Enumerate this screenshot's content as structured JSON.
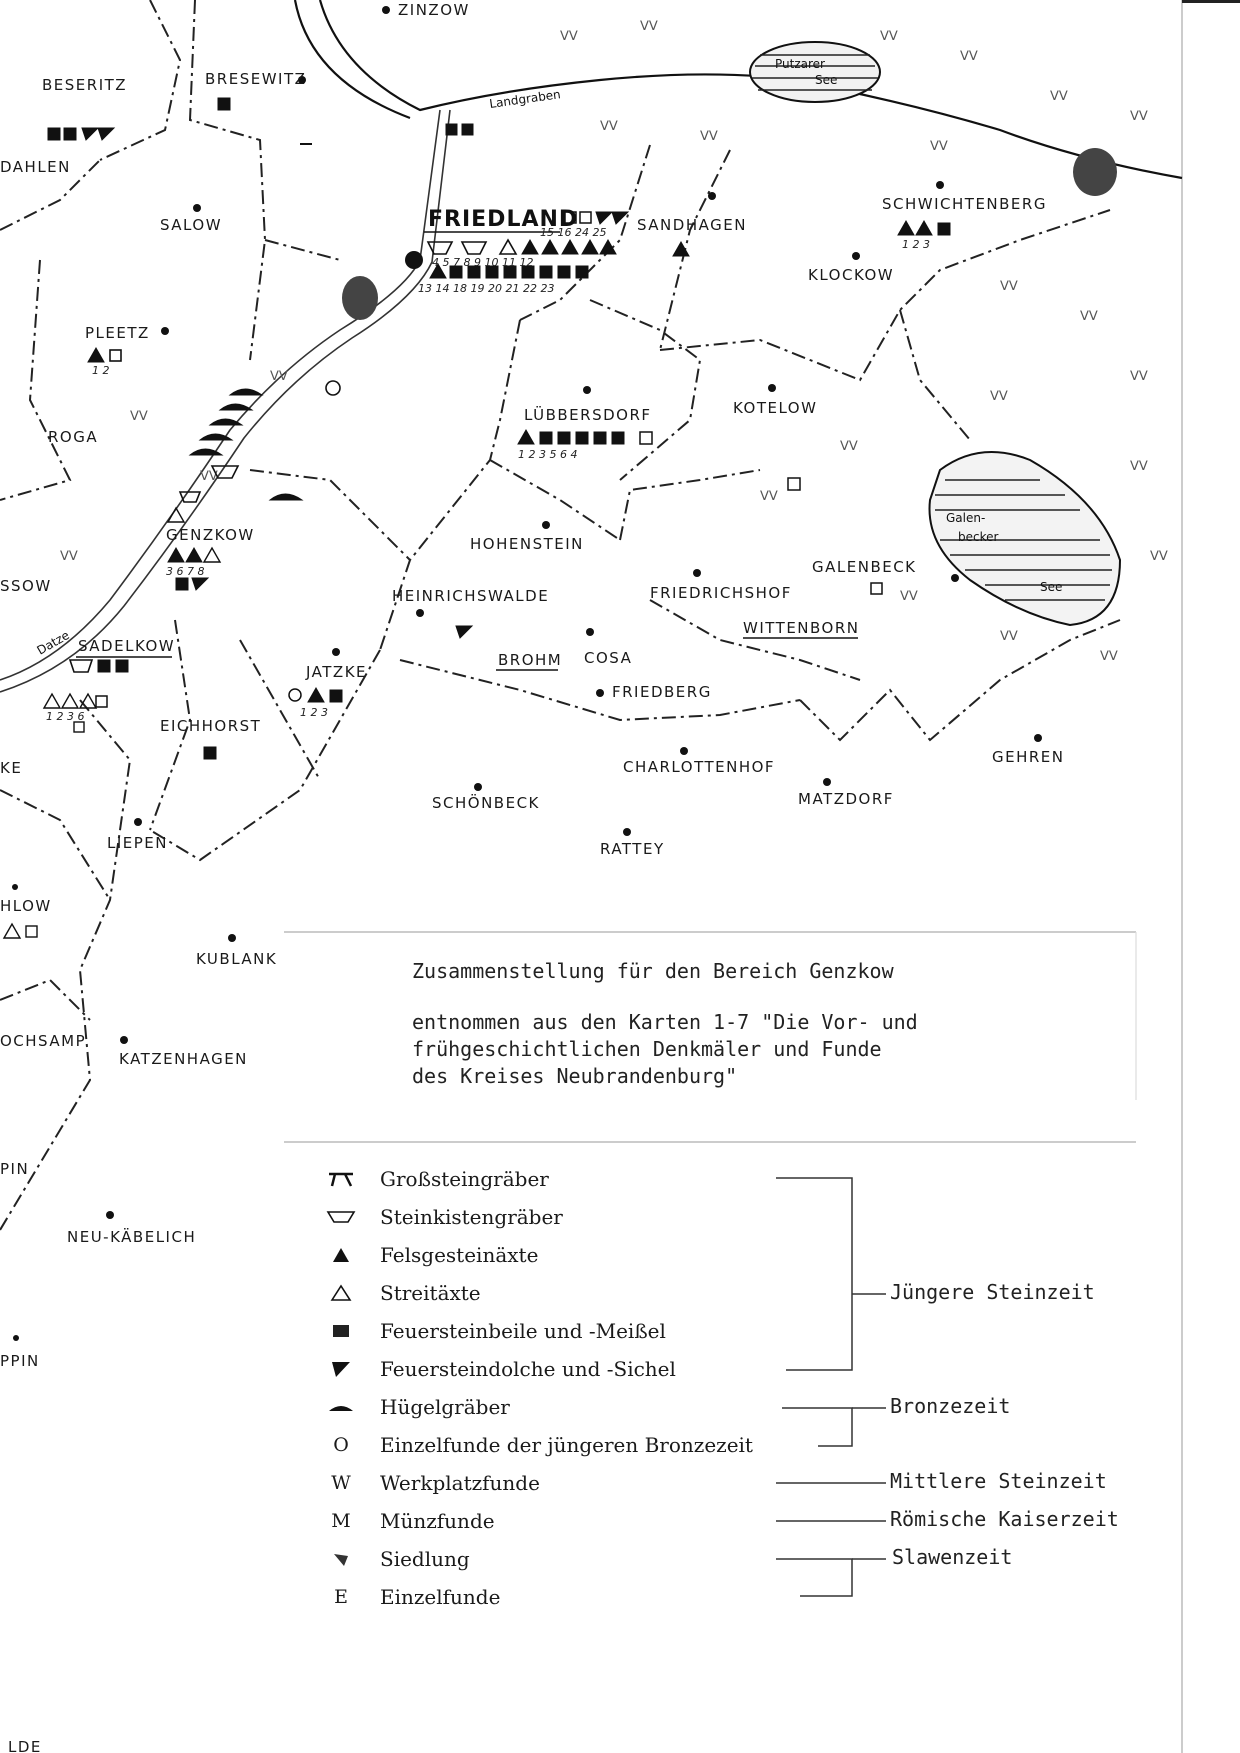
{
  "map": {
    "places_main": [
      "FRIEDLAND"
    ],
    "places": {
      "zinzow": "ZINZOW",
      "beseritz": "BESERITZ",
      "bresewitz": "BRESEWITZ",
      "dahlen": "DAHLEN",
      "salow": "SALOW",
      "sandhagen": "SANDHAGEN",
      "schwichtenberg": "SCHWICHTENBERG",
      "klockow": "KLOCKOW",
      "pleetz": "PLEETZ",
      "roga": "ROGA",
      "luebbersdorf": "LÜBBERSDORF",
      "kotelow": "KOTELOW",
      "genzkow": "GENZKOW",
      "hohenstein": "HOHENSTEIN",
      "heinrichswalde": "HEINRICHSWALDE",
      "friedrichshof": "FRIEDRICHSHOF",
      "galenbeck": "GALENBECK",
      "wittenborn": "WITTENBORN",
      "sadelkow": "SADELKOW",
      "brohm": "BROHM",
      "cosa": "COSA",
      "friedberg": "FRIEDBERG",
      "jatzke": "JATZKE",
      "eichhorst": "EICHHORST",
      "charlottenhof": "CHARLOTTENHOF",
      "gehren": "GEHREN",
      "schoenbeck": "SCHÖNBECK",
      "matzdorf": "MATZDORF",
      "liepen": "LIEPEN",
      "rattey": "RATTEY",
      "kublank": "KUBLANK",
      "katzenhagen": "KATZENHAGEN",
      "neu_kaebelich": "NEU-KÄBELICH"
    },
    "edge_labels": {
      "ssow": "SSOW",
      "ke": "KE",
      "hlow": "HLOW",
      "ochsamp": "OCHSAMP",
      "pin": "PIN",
      "ppin": "PPIN",
      "lde": "LDE"
    },
    "water": {
      "putzarer_see_1": "Putzarer",
      "putzarer_see_2": "See",
      "galenbecker_1": "Galen-",
      "galenbecker_2": "becker",
      "galenbecker_3": "See",
      "landgraben": "Landgraben",
      "datze": "Datze"
    },
    "site_numbers": {
      "friedland_row1": "15 16 24 25",
      "friedland_row2": "4 5 7 8 9 10 11 12",
      "friedland_row3": "13 14 18 19 20 21 22 23",
      "luebbersdorf": "1 2 3 5 6 4",
      "schwichtenberg": "1 2 3",
      "pleetz": "1 2",
      "jatzke": "1 2 3",
      "sadelkow": "1 2 3 6",
      "genzkow": "3 6 7 8"
    }
  },
  "caption": {
    "line1": "Zusammenstellung für den Bereich Genzkow",
    "line2": "entnommen aus den Karten 1-7 \"Die Vor- und",
    "line3": "frühgeschichtlichen Denkmäler und Funde",
    "line4": "des Kreises Neubrandenburg\""
  },
  "legend": {
    "items": [
      {
        "symbol": "grossstein-icon",
        "label": "Großsteingräber"
      },
      {
        "symbol": "steinkiste-icon",
        "label": "Steinkistengräber"
      },
      {
        "symbol": "felsgestein-icon",
        "label": "Felsgesteinäxte"
      },
      {
        "symbol": "streitaxt-icon",
        "label": "Streitäxte"
      },
      {
        "symbol": "feuersteinbeil-icon",
        "label": "Feuersteinbeile und  -Meißel"
      },
      {
        "symbol": "feuersteindolch-icon",
        "label": "Feuersteindolche und -Sichel"
      },
      {
        "symbol": "huegelgrab-icon",
        "label": "Hügelgräber"
      },
      {
        "symbol": "O",
        "label": "Einzelfunde der jüngeren Bronzezeit"
      },
      {
        "symbol": "W",
        "label": "Werkplatzfunde"
      },
      {
        "symbol": "M",
        "label": "Münzfunde"
      },
      {
        "symbol": "siedlung-icon",
        "label": "Siedlung"
      },
      {
        "symbol": "E",
        "label": "Einzelfunde"
      }
    ],
    "eras": {
      "juengere_steinzeit": "Jüngere Steinzeit",
      "bronzezeit": "Bronzezeit",
      "mittlere_steinzeit": "Mittlere Steinzeit",
      "roemische_kaiserzeit": "Römische Kaiserzeit",
      "slawenzeit": "Slawenzeit"
    }
  }
}
